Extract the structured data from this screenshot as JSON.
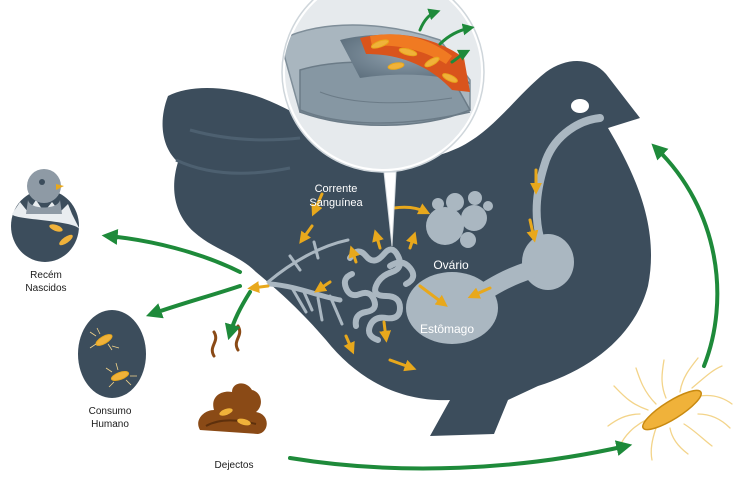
{
  "labels": {
    "blood_stream": [
      "Corrente",
      "Sanguínea"
    ],
    "ovary": "Ovário",
    "stomach": "Estômago",
    "newborns": [
      "Recém",
      "Nascidos"
    ],
    "human_consumption": [
      "Consumo",
      "Humano"
    ],
    "droppings": "Dejectos"
  },
  "colors": {
    "hen_body": "#3c4d5c",
    "organs": "#aab7c1",
    "bacteria": "#e8a81c",
    "arrow_green": "#1e8a3a",
    "shell": "#e9edf0",
    "droppings": "#8a4a16"
  },
  "icons": {
    "bacterium": "bacterium-icon",
    "egg": "egg-icon",
    "chick": "chick-icon",
    "droppings": "droppings-icon",
    "magnifier": "magnifier-icon"
  }
}
